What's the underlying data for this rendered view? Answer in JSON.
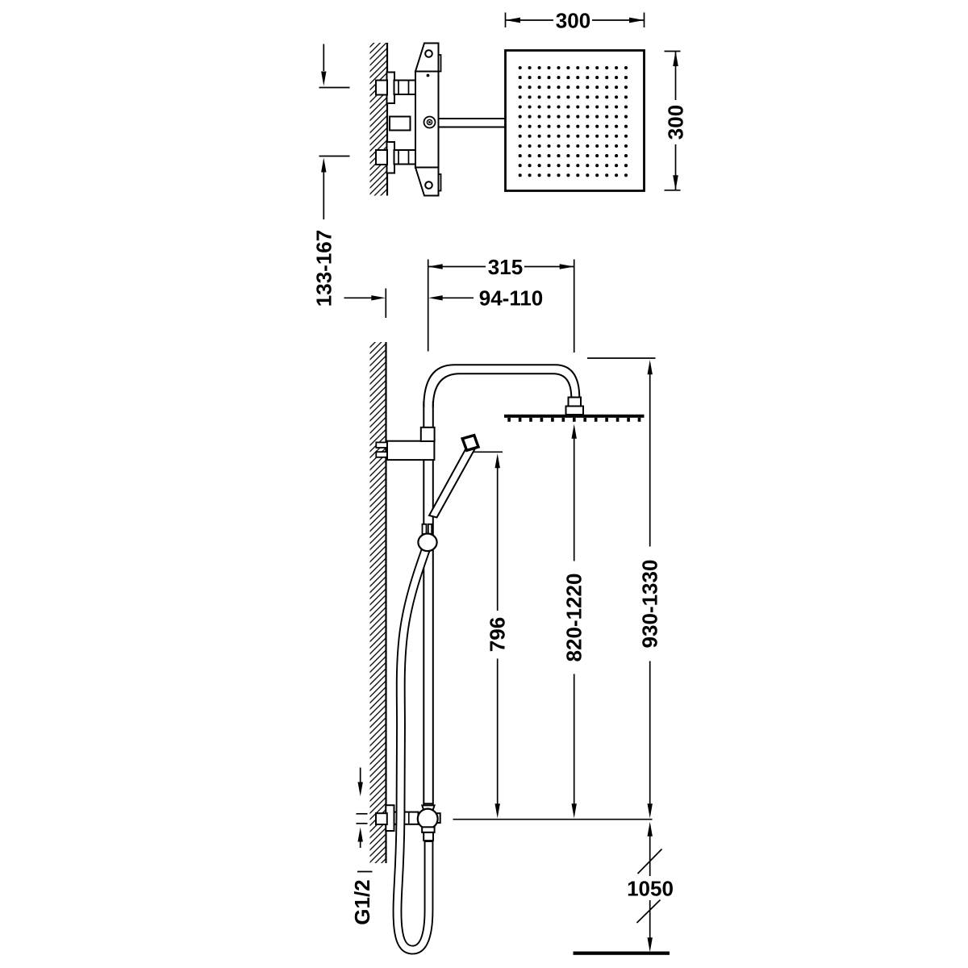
{
  "drawing": {
    "background": "#ffffff",
    "ink": "#000000",
    "labels": {
      "head_width": "300",
      "head_depth": "300",
      "inlet_centers": "133-167",
      "arm_reach": "315",
      "wall_to_riser": "94-110",
      "handshower_height": "796",
      "rainhead_height_range": "820-1220",
      "overall_height_range": "930-1330",
      "supply_to_floor": "1050",
      "thread_size": "G1/2"
    }
  }
}
